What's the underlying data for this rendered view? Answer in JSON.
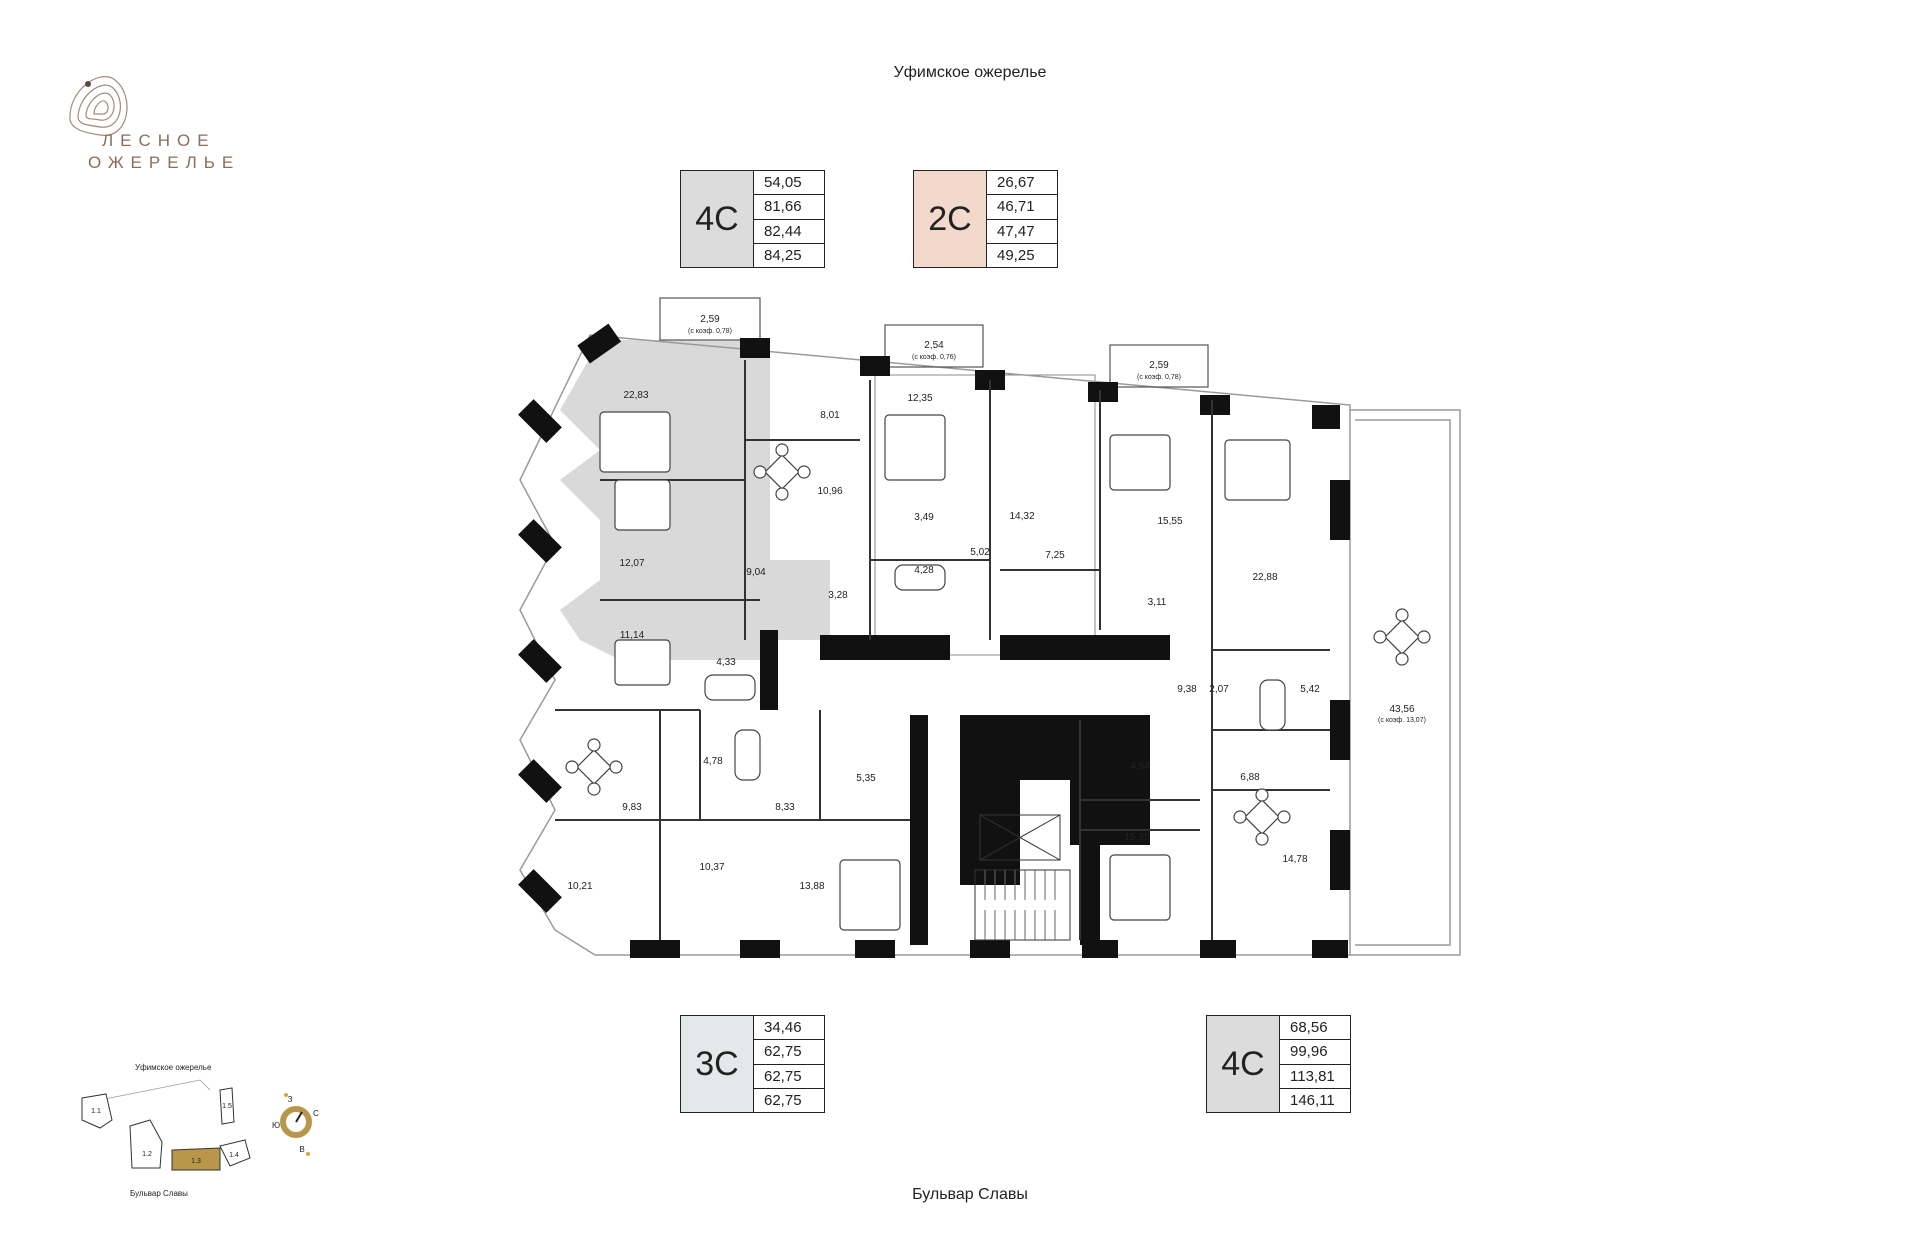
{
  "streets": {
    "top": "Уфимское ожерелье",
    "bottom": "Бульвар Славы"
  },
  "logo": {
    "line1": "ЛЕСНОЕ",
    "line2": "ОЖЕРЕЛЬЕ"
  },
  "cards": [
    {
      "type": "4С",
      "areas": [
        "54,05",
        "81,66",
        "82,44",
        "84,25"
      ],
      "color": "#dcdcdc"
    },
    {
      "type": "2С",
      "areas": [
        "26,67",
        "46,71",
        "47,47",
        "49,25"
      ],
      "color": "#f2d9cc"
    },
    {
      "type": "3С",
      "areas": [
        "34,46",
        "62,75",
        "62,75",
        "62,75"
      ],
      "color": "#e4e8e8"
    },
    {
      "type": "4С",
      "areas": [
        "68,56",
        "99,96",
        "113,81",
        "146,11"
      ],
      "color": "#dcdcdc"
    }
  ],
  "balconies": [
    {
      "value": "2,59",
      "note": "(с коэф. 0,78)"
    },
    {
      "value": "2,54",
      "note": "(с коэф. 0,76)"
    },
    {
      "value": "2,59",
      "note": "(с коэф. 0,78)"
    }
  ],
  "terrace": {
    "value": "43,56",
    "note": "(с коэф. 13,07)"
  },
  "rooms": [
    "22,83",
    "8,01",
    "10,96",
    "12,07",
    "9,04",
    "3,28",
    "11,14",
    "4,33",
    "12,35",
    "3,49",
    "4,28",
    "5,02",
    "14,32",
    "7,25",
    "15,55",
    "3,11",
    "22,88",
    "9,38",
    "2,07",
    "5,42",
    "4,78",
    "5,35",
    "8,33",
    "9,83",
    "4,54",
    "6,88",
    "14,78",
    "15,35",
    "10,21",
    "10,37",
    "13,88"
  ],
  "minimap": {
    "top_street": "Уфимское ожерелье",
    "bottom_street": "Бульвар Славы",
    "sections": [
      "1.1",
      "1.2",
      "1.3",
      "1.4",
      "1.5"
    ],
    "compass": [
      "З",
      "С",
      "Ю",
      "В"
    ]
  }
}
